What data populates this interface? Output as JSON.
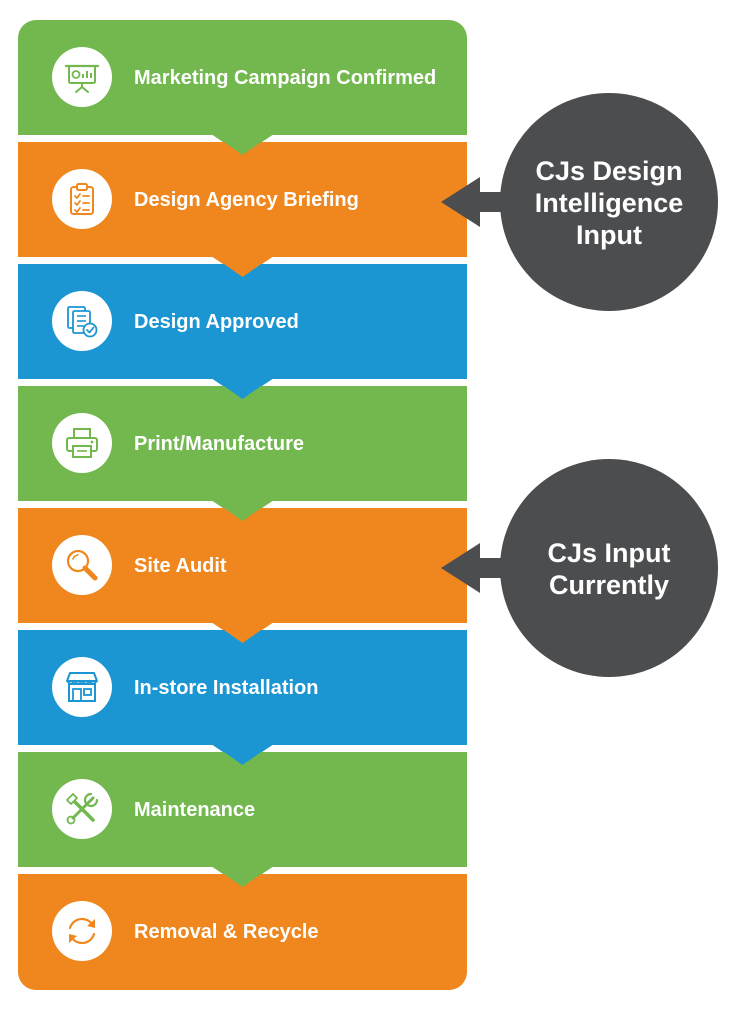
{
  "colors": {
    "green": "#72b84f",
    "orange": "#f0871e",
    "blue": "#1c96d3",
    "callout": "#4b4d4f",
    "white": "#ffffff"
  },
  "steps": [
    {
      "label": "Marketing Campaign Confirmed",
      "color": "green",
      "icon": "presentation-board-icon"
    },
    {
      "label": "Design Agency Briefing",
      "color": "orange",
      "icon": "clipboard-checklist-icon"
    },
    {
      "label": "Design Approved",
      "color": "blue",
      "icon": "approved-documents-icon"
    },
    {
      "label": "Print/Manufacture",
      "color": "green",
      "icon": "printer-icon"
    },
    {
      "label": "Site Audit",
      "color": "orange",
      "icon": "magnifier-icon"
    },
    {
      "label": "In-store Installation",
      "color": "blue",
      "icon": "storefront-icon"
    },
    {
      "label": "Maintenance",
      "color": "green",
      "icon": "tools-icon"
    },
    {
      "label": "Removal & Recycle",
      "color": "orange",
      "icon": "recycle-arrows-icon"
    }
  ],
  "callouts": [
    {
      "lines": [
        "CJs Design",
        "Intelligence",
        "Input"
      ],
      "points_to_step": 1
    },
    {
      "lines": [
        "CJs Input",
        "Currently"
      ],
      "points_to_step": 4
    }
  ]
}
